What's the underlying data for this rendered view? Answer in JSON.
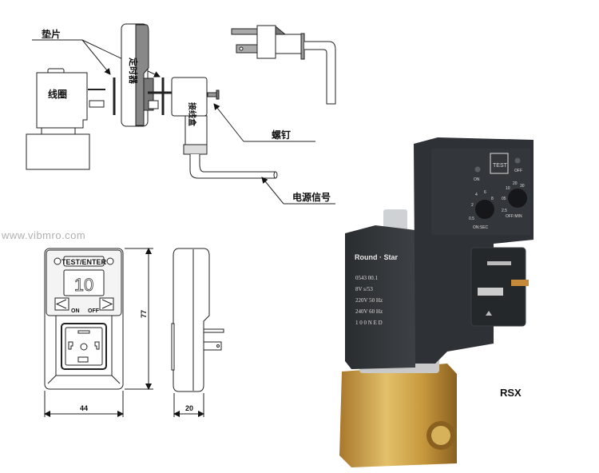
{
  "exploded_view": {
    "gasket_label": "垫片",
    "coil_label": "线圈",
    "timer_label": "定时器",
    "junction_box_label": "接线盒",
    "screw_label": "螺钉",
    "power_signal_label": "电源信号"
  },
  "watermark": "www.vibmro.com",
  "dimension_drawing": {
    "test_button_label": "TEST/ENTER",
    "display_value": "10",
    "on_label": "ON",
    "off_label": "OFF",
    "height_dim": "77",
    "width_dim": "44",
    "depth_dim": "20"
  },
  "product_photo": {
    "brand": "Round · Star",
    "spec_lines": [
      "0543   00.1",
      "8V    s/53",
      "220V      50 Hz",
      "240V      60 Hz",
      "1 0 0 N E D"
    ],
    "test_label": "TEST",
    "on_led_label": "ON",
    "off_led_label": "OFF",
    "on_dial_label": "ON:SEC",
    "off_dial_label": "OFF:MIN",
    "on_dial_ticks": [
      "0.5",
      "2",
      "4",
      "6",
      "8"
    ],
    "off_dial_ticks": [
      "2.5",
      "05",
      "10",
      "20",
      "30"
    ],
    "model": "RSX"
  }
}
